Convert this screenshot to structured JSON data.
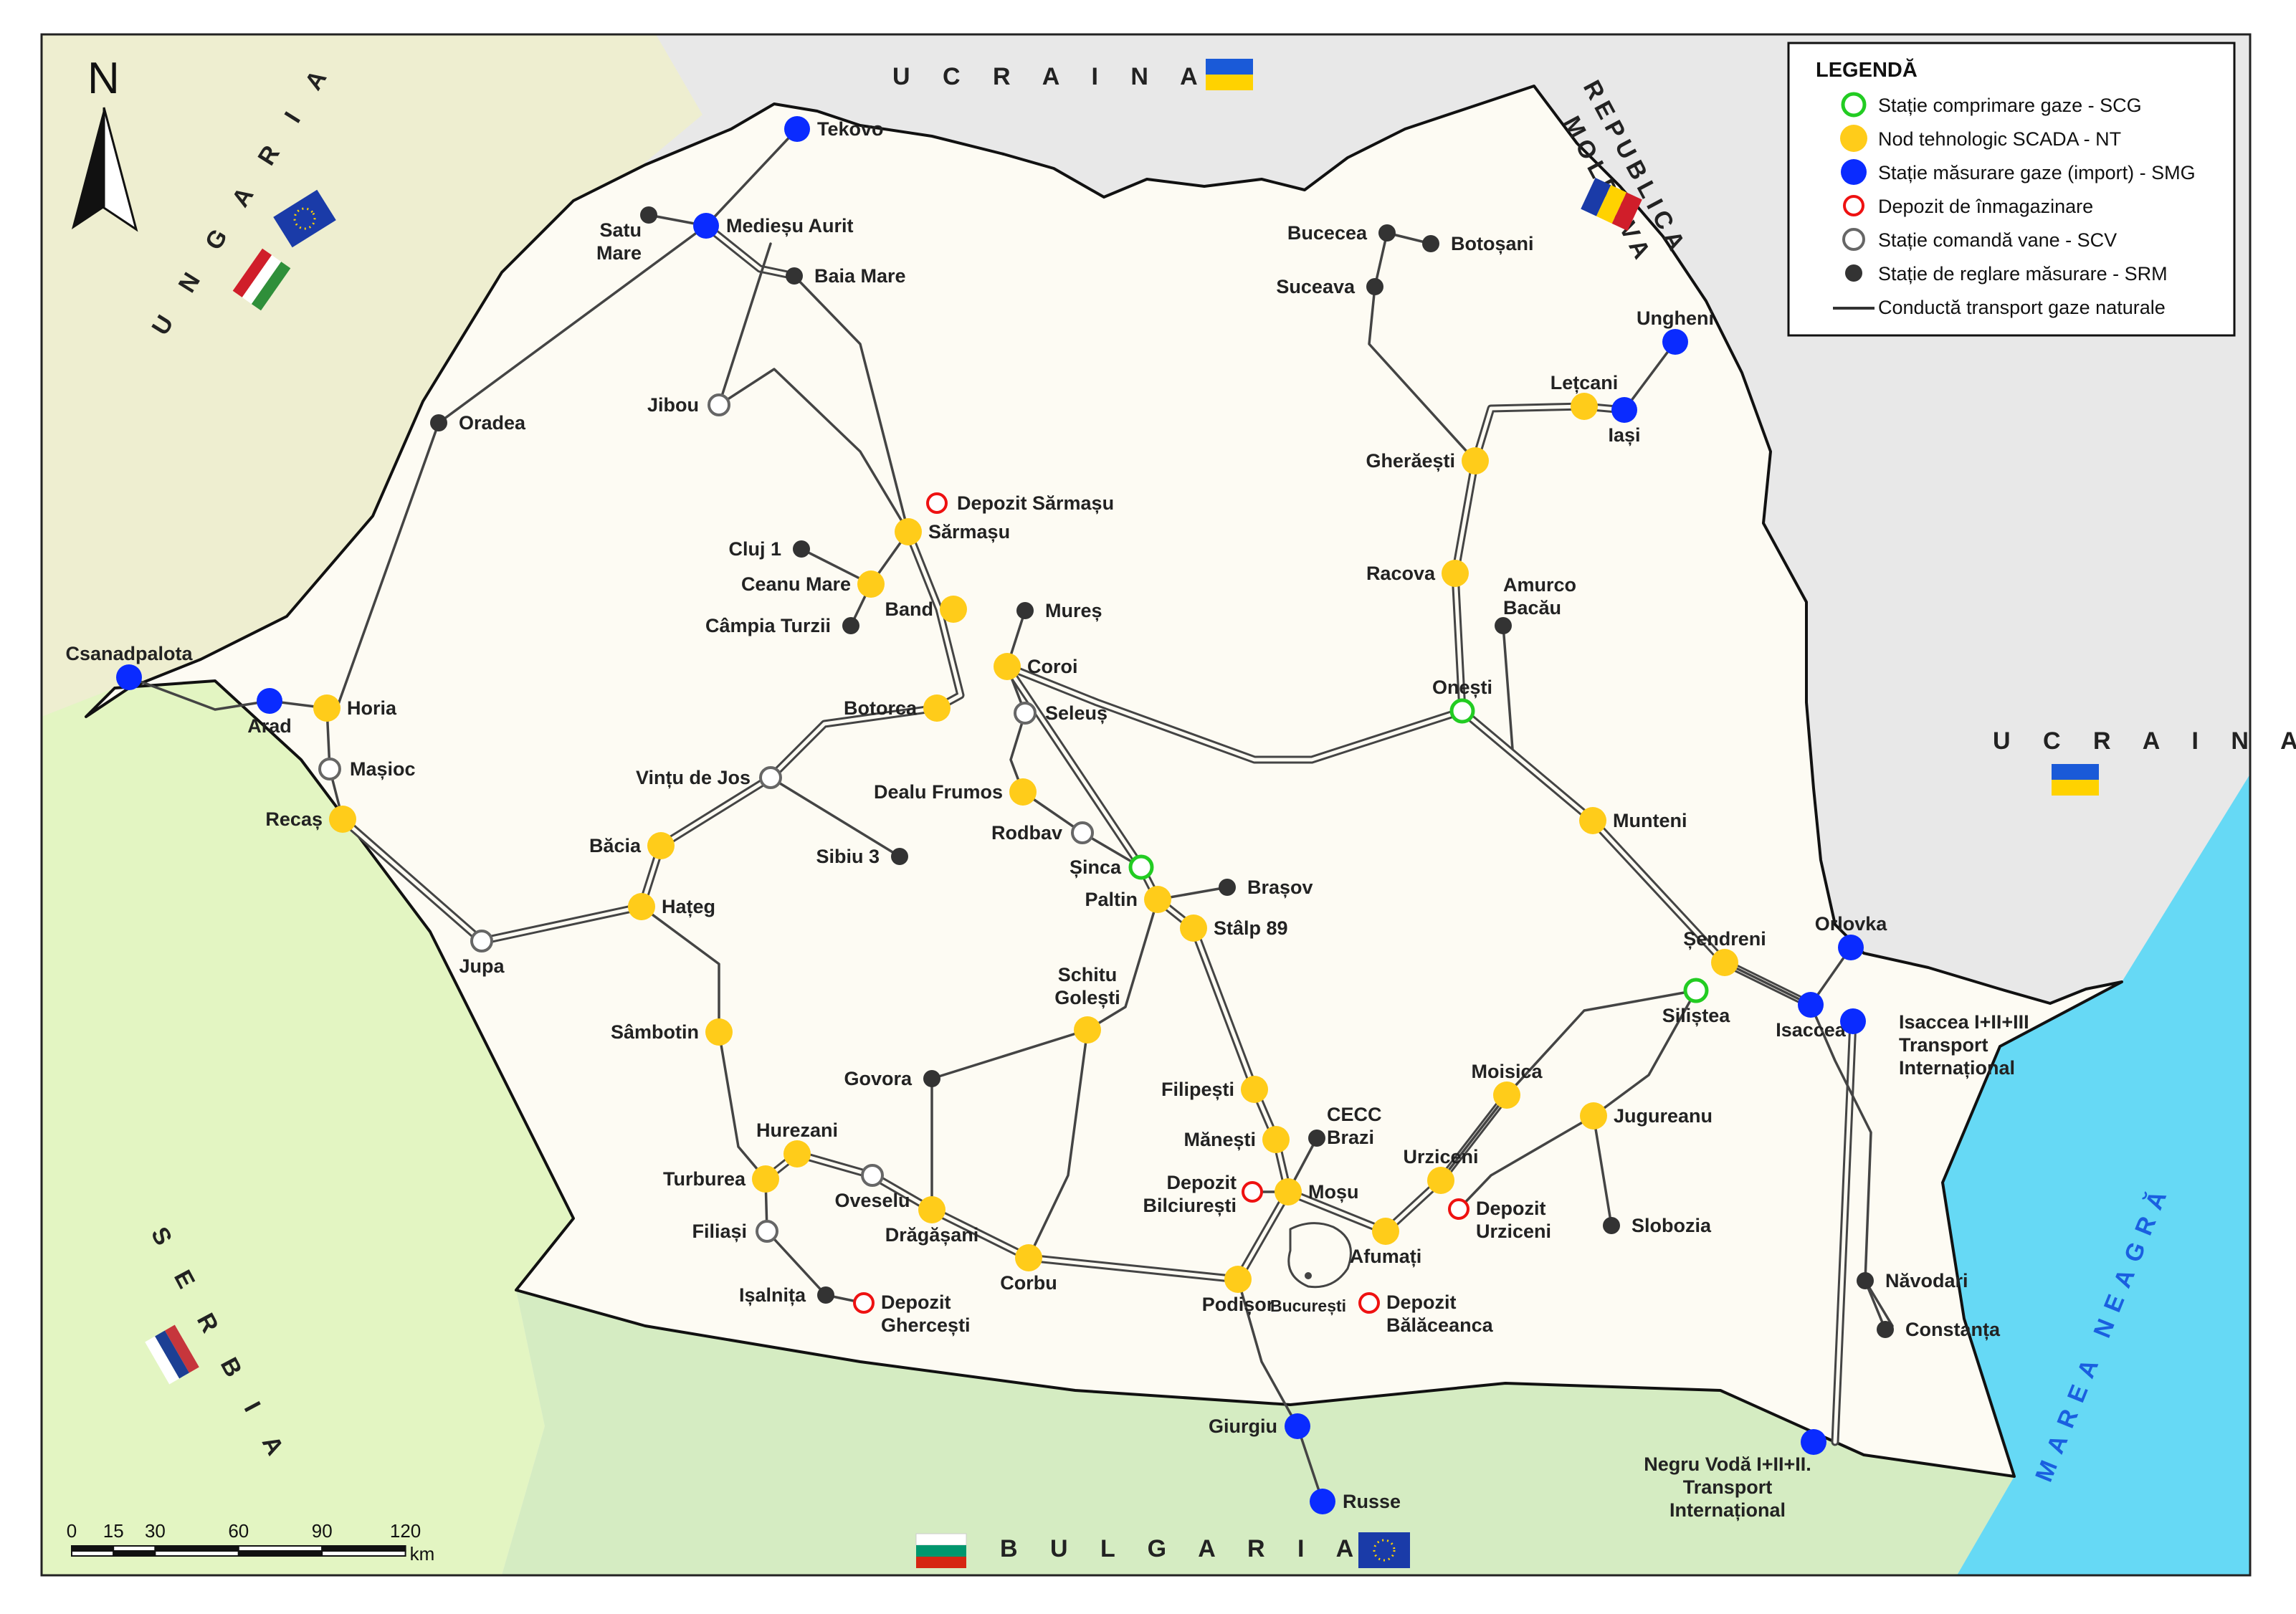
{
  "legend": {
    "title": "LEGENDĂ",
    "items": [
      {
        "label": "Stație comprimare gaze - SCG",
        "symbol": "scg"
      },
      {
        "label": "Nod tehnologic SCADA - NT",
        "symbol": "nt"
      },
      {
        "label": "Stație măsurare gaze (import) - SMG",
        "symbol": "smg"
      },
      {
        "label": "Depozit de înmagazinare",
        "symbol": "depozit"
      },
      {
        "label": "Stație comandă vane - SCV",
        "symbol": "scv"
      },
      {
        "label": "Stație de reglare măsurare - SRM",
        "symbol": "srm"
      },
      {
        "label": "Conductă transport gaze naturale",
        "symbol": "line"
      }
    ]
  },
  "colors": {
    "scg": "#22cc22",
    "nt": "#ffcc1a",
    "smg": "#0a2bff",
    "depozit": "#ee1111",
    "scv": "#666666",
    "srm": "#333333",
    "romania": "#fdfbf3",
    "hungary": "#eeeed0",
    "serbia": "#e3f5c2",
    "bulgaria": "#d5ecc2",
    "ukraine": "#e8e8e8",
    "sea": "#66d9f5",
    "sea_text": "#1a5fe0"
  },
  "countries": {
    "ucraina_north": "U C R A I N A",
    "ucraina_east": "U C R A I N A",
    "ungaria": "U N G A R I A",
    "serbia": "S E R B I A",
    "bulgaria": "B U L G A R I A",
    "moldova_1": "REPUBLICA",
    "moldova_2": "MOLDOVA",
    "marea_neagra": "MAREA NEAGRĂ"
  },
  "north_label": "N",
  "scale": {
    "ticks": [
      "0",
      "15",
      "30",
      "60",
      "90",
      "120"
    ],
    "unit": "km"
  },
  "stations": [
    {
      "id": "tekovo",
      "name": "Tekovo",
      "type": "smg"
    },
    {
      "id": "medieseu",
      "name": "Medieșu Aurit",
      "type": "smg"
    },
    {
      "id": "satumare",
      "name": "Satu Mare",
      "type": "srm"
    },
    {
      "id": "baiamare",
      "name": "Baia Mare",
      "type": "srm"
    },
    {
      "id": "jibou",
      "name": "Jibou",
      "type": "scv"
    },
    {
      "id": "oradea",
      "name": "Oradea",
      "type": "srm"
    },
    {
      "id": "depozit_sarmasu",
      "name": "Depozit Sărmașu",
      "type": "depozit"
    },
    {
      "id": "sarmasu",
      "name": "Sărmașu",
      "type": "nt"
    },
    {
      "id": "cluj",
      "name": "Cluj 1",
      "type": "srm"
    },
    {
      "id": "ceanu",
      "name": "Ceanu Mare",
      "type": "nt"
    },
    {
      "id": "campia",
      "name": "Câmpia Turzii",
      "type": "srm"
    },
    {
      "id": "band",
      "name": "Band",
      "type": "nt"
    },
    {
      "id": "mures",
      "name": "Mureș",
      "type": "srm"
    },
    {
      "id": "coroi",
      "name": "Coroi",
      "type": "nt"
    },
    {
      "id": "botorca",
      "name": "Botorca",
      "type": "nt"
    },
    {
      "id": "seleus",
      "name": "Seleuș",
      "type": "scv"
    },
    {
      "id": "csanad",
      "name": "Csanadpalota",
      "type": "smg"
    },
    {
      "id": "arad",
      "name": "Arad",
      "type": "smg"
    },
    {
      "id": "horia",
      "name": "Horia",
      "type": "nt"
    },
    {
      "id": "masioc",
      "name": "Mașioc",
      "type": "scv"
    },
    {
      "id": "recas",
      "name": "Recaș",
      "type": "nt"
    },
    {
      "id": "vintu",
      "name": "Vințu de Jos",
      "type": "scv"
    },
    {
      "id": "sibiu",
      "name": "Sibiu 3",
      "type": "srm"
    },
    {
      "id": "bacia",
      "name": "Băcia",
      "type": "nt"
    },
    {
      "id": "hateg",
      "name": "Hațeg",
      "type": "nt"
    },
    {
      "id": "jupa",
      "name": "Jupa",
      "type": "scv"
    },
    {
      "id": "dealu",
      "name": "Dealu Frumos",
      "type": "nt"
    },
    {
      "id": "rodbav",
      "name": "Rodbav",
      "type": "scv"
    },
    {
      "id": "sinca",
      "name": "Șinca",
      "type": "scg"
    },
    {
      "id": "paltin",
      "name": "Paltin",
      "type": "nt"
    },
    {
      "id": "brasov",
      "name": "Brașov",
      "type": "srm"
    },
    {
      "id": "stalp",
      "name": "Stâlp 89",
      "type": "nt"
    },
    {
      "id": "bucecea",
      "name": "Bucecea",
      "type": "srm"
    },
    {
      "id": "botosani",
      "name": "Botoșani",
      "type": "srm"
    },
    {
      "id": "suceava",
      "name": "Suceava",
      "type": "srm"
    },
    {
      "id": "ungheni",
      "name": "Ungheni",
      "type": "smg"
    },
    {
      "id": "letcani",
      "name": "Lețcani",
      "type": "nt"
    },
    {
      "id": "iasi",
      "name": "Iași",
      "type": "smg"
    },
    {
      "id": "gheraesti",
      "name": "Gherăești",
      "type": "nt"
    },
    {
      "id": "racova",
      "name": "Racova",
      "type": "nt"
    },
    {
      "id": "amurco",
      "name": "Amurco Bacău",
      "type": "srm"
    },
    {
      "id": "onesti",
      "name": "Onești",
      "type": "scg"
    },
    {
      "id": "munteni",
      "name": "Munteni",
      "type": "nt"
    },
    {
      "id": "sendreni",
      "name": "Șendreni",
      "type": "nt"
    },
    {
      "id": "silistea",
      "name": "Siliștea",
      "type": "scg"
    },
    {
      "id": "isaccea",
      "name": "Isaccea",
      "type": "smg"
    },
    {
      "id": "orlovka",
      "name": "Orlovka",
      "type": "smg"
    },
    {
      "id": "isaccea3",
      "name": "Isaccea I+II+III Transport Internațional",
      "type": "smg"
    },
    {
      "id": "moisica",
      "name": "Moisica",
      "type": "nt"
    },
    {
      "id": "jugureanu",
      "name": "Jugureanu",
      "type": "nt"
    },
    {
      "id": "slobozia",
      "name": "Slobozia",
      "type": "srm"
    },
    {
      "id": "sambotin",
      "name": "Sâmbotin",
      "type": "nt"
    },
    {
      "id": "schitu",
      "name": "Schitu Golești",
      "type": "nt"
    },
    {
      "id": "govora",
      "name": "Govora",
      "type": "srm"
    },
    {
      "id": "hurezani",
      "name": "Hurezani",
      "type": "nt"
    },
    {
      "id": "turburea",
      "name": "Turburea",
      "type": "nt"
    },
    {
      "id": "oveselu",
      "name": "Oveselu",
      "type": "scv"
    },
    {
      "id": "dragasani",
      "name": "Drăgășani",
      "type": "nt"
    },
    {
      "id": "filiasi",
      "name": "Filiași",
      "type": "scv"
    },
    {
      "id": "isalnita",
      "name": "Ișalnița",
      "type": "srm"
    },
    {
      "id": "ghercesti",
      "name": "Depozit Ghercești",
      "type": "depozit"
    },
    {
      "id": "corbu",
      "name": "Corbu",
      "type": "nt"
    },
    {
      "id": "filipesti",
      "name": "Filipești",
      "type": "nt"
    },
    {
      "id": "manesti",
      "name": "Mănești",
      "type": "nt"
    },
    {
      "id": "cecc",
      "name": "CECC Brazi",
      "type": "srm"
    },
    {
      "id": "mosu",
      "name": "Moșu",
      "type": "nt"
    },
    {
      "id": "bilciuresti",
      "name": "Depozit Bilciurești",
      "type": "depozit"
    },
    {
      "id": "urziceni",
      "name": "Urziceni",
      "type": "nt"
    },
    {
      "id": "dep_urziceni",
      "name": "Depozit Urziceni",
      "type": "depozit"
    },
    {
      "id": "afumati",
      "name": "Afumați",
      "type": "nt"
    },
    {
      "id": "podisor",
      "name": "Podișor",
      "type": "nt"
    },
    {
      "id": "bucuresti",
      "name": "București",
      "type": "place"
    },
    {
      "id": "balaceanca",
      "name": "Depozit Bălăceanca",
      "type": "depozit"
    },
    {
      "id": "giurgiu",
      "name": "Giurgiu",
      "type": "smg"
    },
    {
      "id": "russe",
      "name": "Russe",
      "type": "smg"
    },
    {
      "id": "navodari",
      "name": "Năvodari",
      "type": "srm"
    },
    {
      "id": "constanta",
      "name": "Constanța",
      "type": "srm"
    },
    {
      "id": "negruvoda",
      "name": "Negru Vodă I+II+II. Transport Internațional",
      "type": "smg"
    }
  ]
}
